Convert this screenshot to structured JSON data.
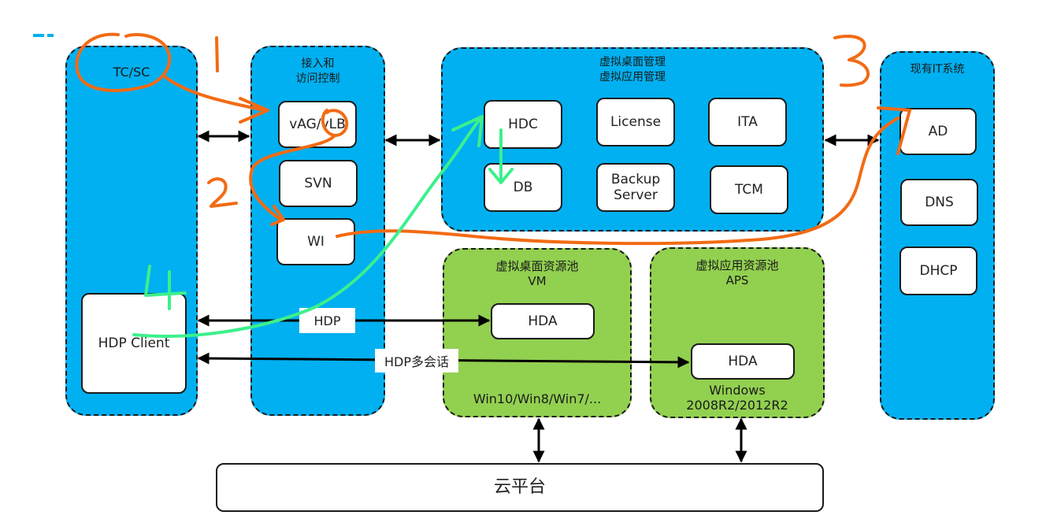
{
  "colors": {
    "blue_group": "#00b0f0",
    "green_group": "#92d050",
    "annotation_orange": "#f26b14",
    "annotation_green": "#3cf08c"
  },
  "groups": {
    "client": {
      "title": "TC/SC",
      "nodes": [
        "HDP Client"
      ]
    },
    "access": {
      "title": "接入和\n访问控制",
      "nodes": [
        "vAG/vLB",
        "SVN",
        "WI"
      ]
    },
    "management": {
      "title": "虚拟桌面管理\n虚拟应用管理",
      "nodes": [
        "HDC",
        "License",
        "ITA",
        "DB",
        "Backup\nServer",
        "TCM"
      ]
    },
    "existing_it": {
      "title": "现有IT系统",
      "nodes": [
        "AD",
        "DNS",
        "DHCP"
      ]
    },
    "desktop_pool": {
      "title": "虚拟桌面资源池\nVM",
      "nodes": [
        "HDA"
      ],
      "footer": "Win10/Win8/Win7/..."
    },
    "app_pool": {
      "title": "虚拟应用资源池\nAPS",
      "nodes": [
        "HDA"
      ],
      "footer": "Windows\n2008R2/2012R2"
    }
  },
  "platform": {
    "label": "云平台"
  },
  "connections": {
    "hdp_label": "HDP",
    "hdp_multi_label": "HDP多会话"
  },
  "annotations": {
    "step_numbers": [
      "1",
      "2",
      "3",
      "4"
    ]
  }
}
